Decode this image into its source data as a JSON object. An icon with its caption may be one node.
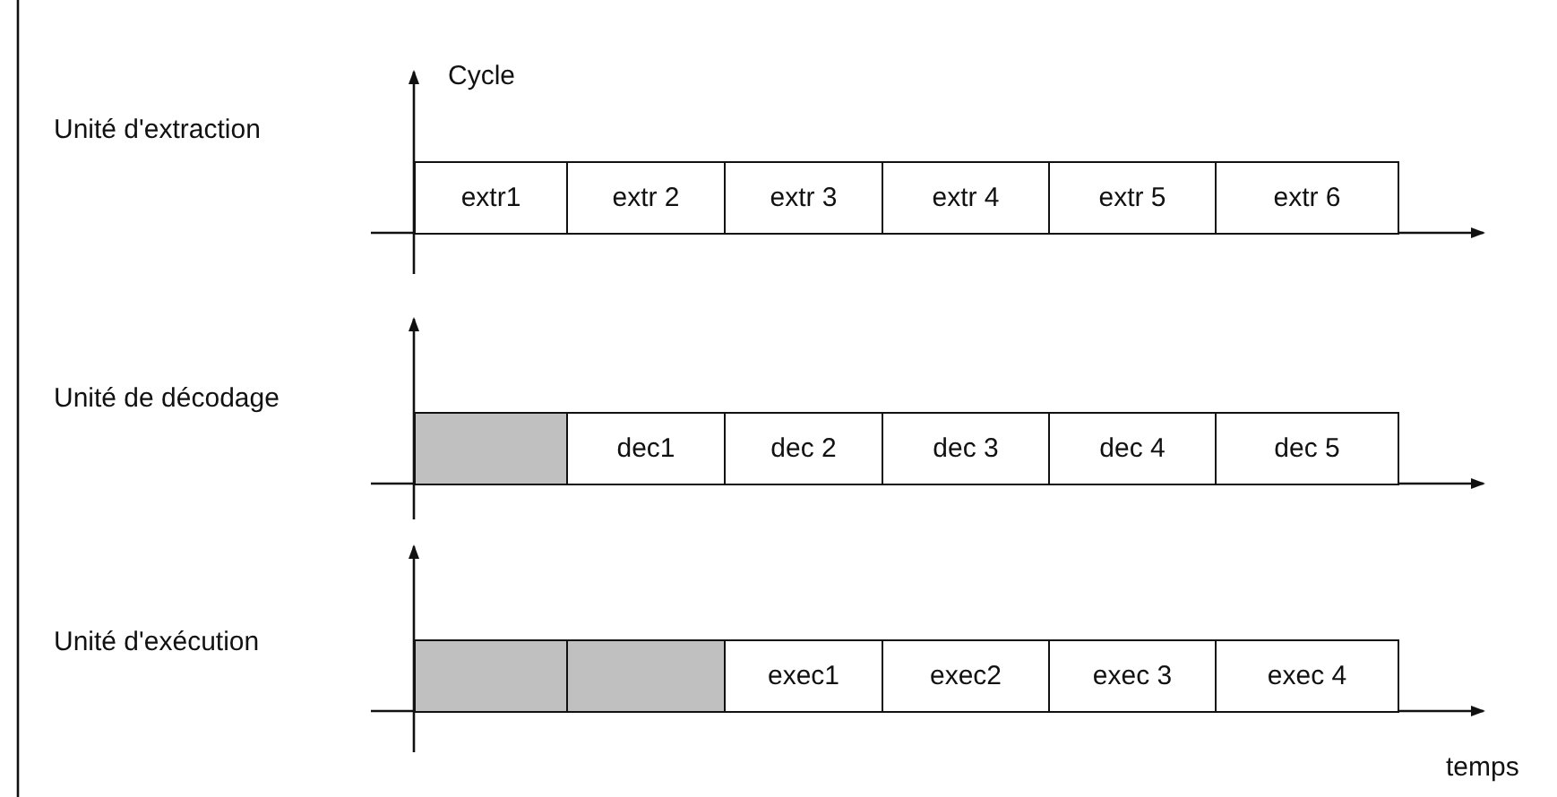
{
  "diagram": {
    "nodes": [
      {
        "text": [
          "extr1"
        ]
      },
      {
        "text": [
          "extr 2"
        ]
      },
      {
        "text": [
          "extr 3"
        ]
      },
      {
        "text": [
          "extr 4"
        ]
      },
      {
        "text": [
          "extr 5"
        ]
      },
      {
        "text": [
          "extr 6"
        ]
      },
      {
        "text": [],
        "shape": "box"
      },
      {
        "text": [
          "dec1"
        ]
      },
      {
        "text": [
          "dec 2"
        ]
      },
      {
        "text": [
          "dec 3"
        ]
      },
      {
        "text": [
          "dec 4"
        ]
      },
      {
        "text": [
          "dec 5"
        ]
      },
      {
        "text": [],
        "shape": "box"
      },
      {
        "text": [],
        "shape": "box"
      },
      {
        "text": [
          "exec1"
        ]
      },
      {
        "text": [
          "exec2"
        ]
      },
      {
        "text": [
          "exec 3"
        ]
      },
      {
        "text": [
          "exec 4"
        ]
      }
    ],
    "labels": [
      "Cycle",
      "Unité d'extraction",
      "Unité de décodage",
      "Unité d'exécution",
      "temps"
    ]
  }
}
